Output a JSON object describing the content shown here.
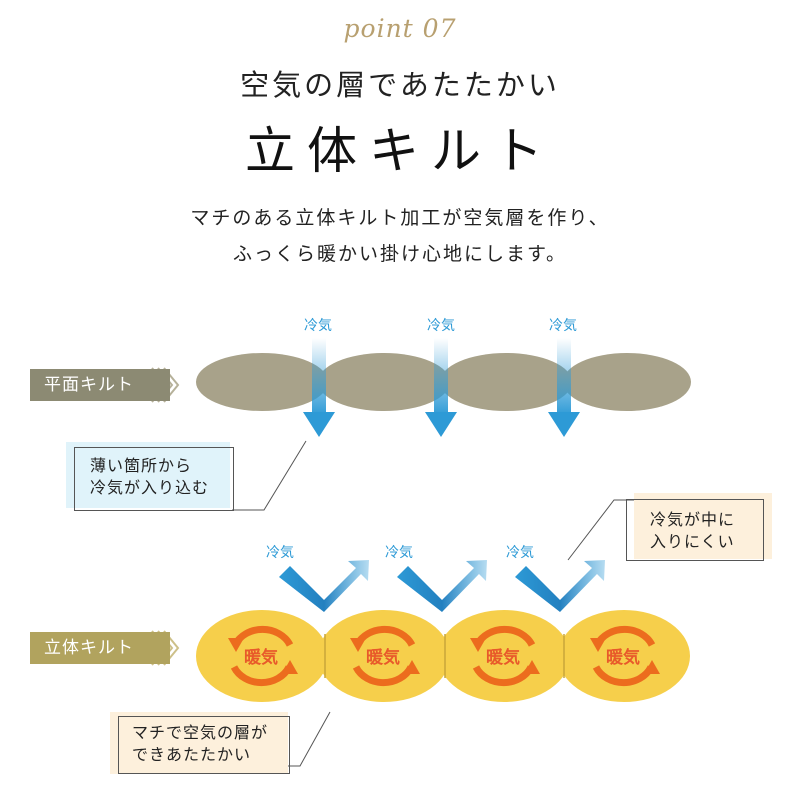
{
  "header": {
    "point_label": "point 07",
    "subtitle": "空気の層であたたかい",
    "title": "立体キルト",
    "description_lines": [
      "マチのある立体キルト加工が空気層を作り、",
      "ふっくら暖かい掛け心地にします。"
    ]
  },
  "flat_quilt": {
    "tag_label": "平面キルト",
    "cold_label": "冷気",
    "callout_lines": [
      "薄い箇所から",
      "冷気が入り込む"
    ]
  },
  "three_d_quilt": {
    "tag_label": "立体キルト",
    "cold_label": "冷気",
    "warm_label": "暖気",
    "callout_top_lines": [
      "冷気が中に",
      "入りにくい"
    ],
    "callout_bottom_lines": [
      "マチで空気の層が",
      "できあたたかい"
    ]
  },
  "colors": {
    "flat_pad": "#a8a28a",
    "warm_pad": "#f6cf4b",
    "cold_arrow": "#2d9ad6",
    "warm_arrow": "#ec6c1e",
    "flat_tag": "#8c8a73",
    "three_d_tag": "#b1a35e",
    "callout_cold_bg": "#e0f3fa",
    "callout_warm_bg": "#fdf0dc"
  },
  "icons": [
    "chevron-right-icon",
    "arrow-down-icon",
    "arrow-bounce-icon",
    "circular-warm-arrow-icon"
  ]
}
